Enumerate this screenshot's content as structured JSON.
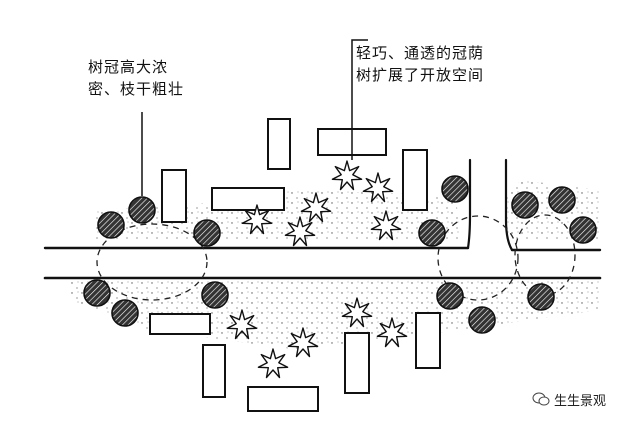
{
  "annotations": {
    "dense_canopy": {
      "line1": "树冠高大浓",
      "line2": "密、枝干粗壮"
    },
    "light_canopy": {
      "line1": "轻巧、通透的冠荫",
      "line2": "树扩展了开放空间"
    }
  },
  "watermark": {
    "text": "生生景观"
  }
}
